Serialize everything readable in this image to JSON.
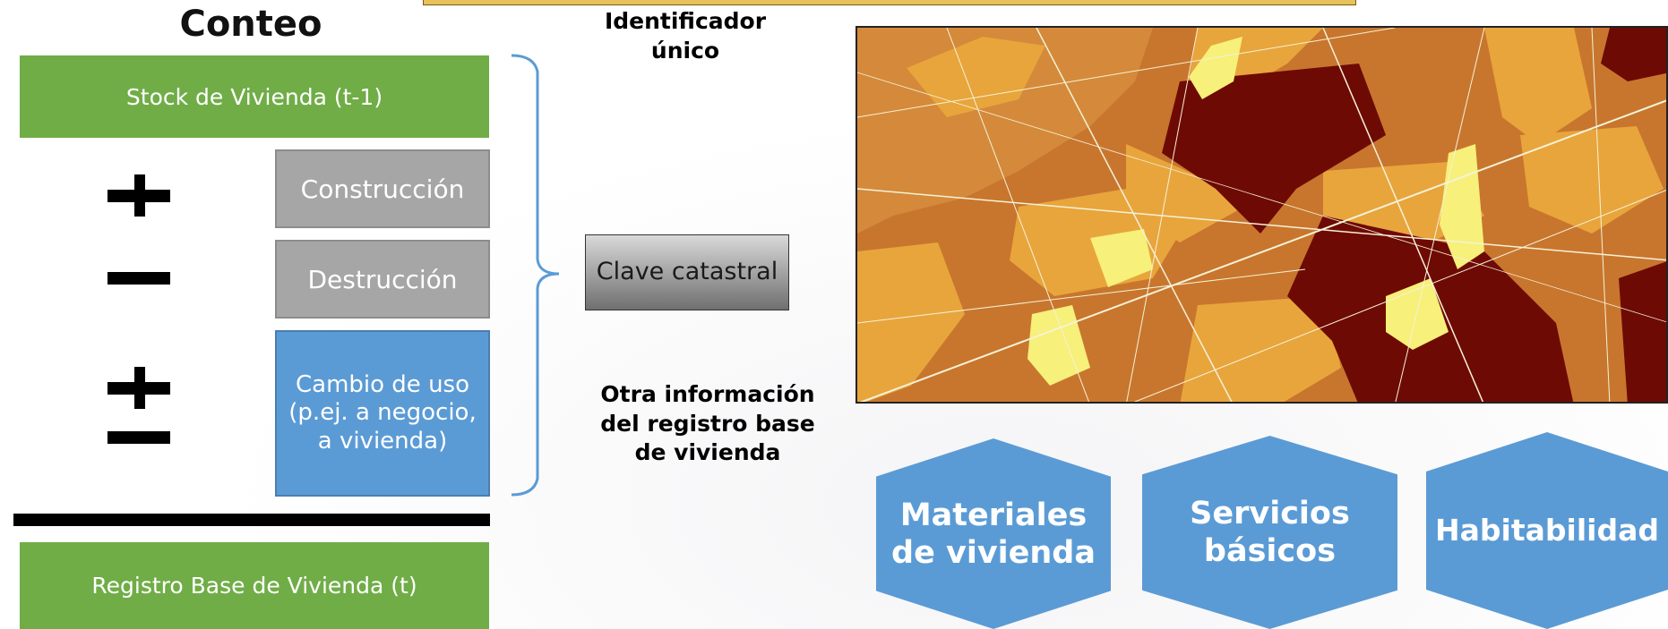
{
  "title": "Conteo",
  "stock_label": "Stock de Vivienda (t-1)",
  "construction_label": "Construcción",
  "destruction_label": "Destrucción",
  "change_use_label": "Cambio de uso (p.ej. a negocio, a vivienda)",
  "registry_label": "Registro Base de Vivienda (t)",
  "identifier_label": "Identificador único",
  "key_label": "Clave catastral",
  "other_info_label": "Otra información del registro base de vivienda",
  "hexagons": {
    "materials": "Materiales de vivienda",
    "services": "Servicios básicos",
    "habitability": "Habitabilidad"
  },
  "colors": {
    "green": "#70ad47",
    "gray": "#a6a6a6",
    "blue": "#5b9bd5",
    "bracket": "#5b9bd5",
    "map_dark_red": "#6e0a04",
    "map_brown": "#c8762e",
    "map_orange": "#e8a53c",
    "map_yellow": "#f7f07a"
  }
}
